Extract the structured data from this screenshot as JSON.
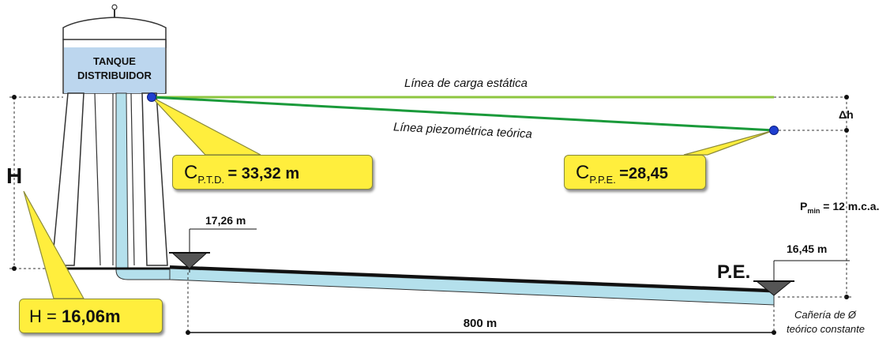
{
  "tank": {
    "line1": "TANQUE",
    "line2": "DISTRIBUIDOR"
  },
  "lines": {
    "static": "Línea de carga estática",
    "piezometric": "Línea piezométrica teórica"
  },
  "labels": {
    "H": "H",
    "delta_h": "Δh",
    "pmin_main": "P",
    "pmin_sub": "min",
    "pmin_value": " = 12 m.c.a.",
    "cota_td": "17,26 m",
    "cota_pe": "16,45 m",
    "pe": "P.E.",
    "distance": "800 m",
    "pipe_line1": "Cañería de Ø",
    "pipe_line2": "teórico constante"
  },
  "callouts": {
    "ptd": {
      "pre": "C",
      "sub": "P.T.D.",
      "value": "= 33,32 m"
    },
    "ppe": {
      "pre": "C",
      "sub": "P.P.E.",
      "value": "=28,45"
    },
    "h": {
      "value": "H = 16,06m"
    }
  },
  "colors": {
    "static_line": "#8dc63f",
    "piezometric_line": "#1a9a3a",
    "callout_fill": "#ffee3d",
    "tank_water": "#bcd6ee",
    "pipe_fill": "#b4e0ec",
    "point": "#1f3fd0"
  }
}
